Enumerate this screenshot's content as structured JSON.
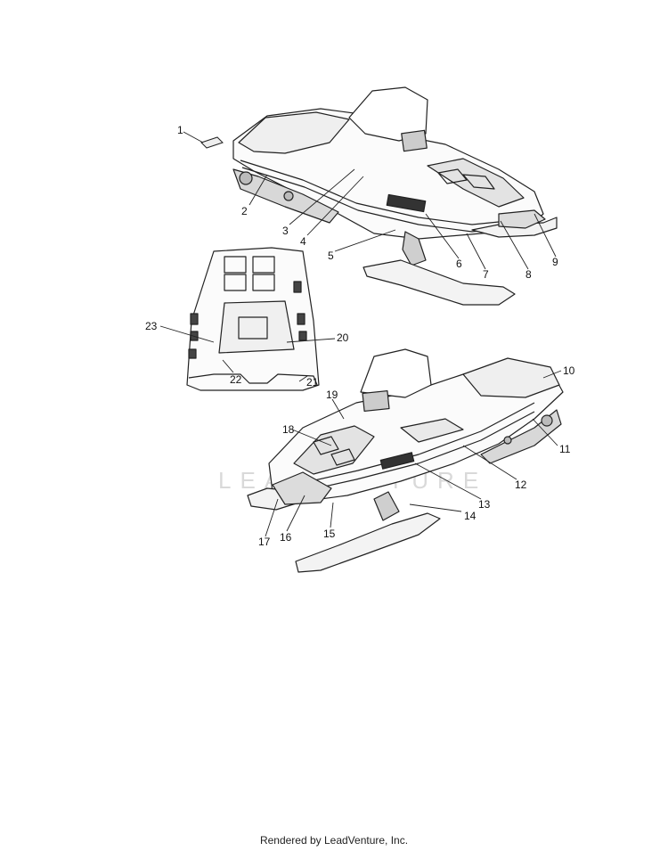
{
  "colors": {
    "ink": "#222222",
    "watermark": "#d9d9d9",
    "background": "#ffffff"
  },
  "watermark": {
    "text": "LEADVENTURE"
  },
  "callouts": [
    {
      "id": "1",
      "label": "1"
    },
    {
      "id": "2",
      "label": "2"
    },
    {
      "id": "3",
      "label": "3"
    },
    {
      "id": "4",
      "label": "4"
    },
    {
      "id": "5",
      "label": "5"
    },
    {
      "id": "6",
      "label": "6"
    },
    {
      "id": "7",
      "label": "7"
    },
    {
      "id": "8",
      "label": "8"
    },
    {
      "id": "9",
      "label": "9"
    },
    {
      "id": "10",
      "label": "10"
    },
    {
      "id": "11",
      "label": "11"
    },
    {
      "id": "12",
      "label": "12"
    },
    {
      "id": "13",
      "label": "13"
    },
    {
      "id": "14",
      "label": "14"
    },
    {
      "id": "15",
      "label": "15"
    },
    {
      "id": "16",
      "label": "16"
    },
    {
      "id": "17",
      "label": "17"
    },
    {
      "id": "18",
      "label": "18"
    },
    {
      "id": "19",
      "label": "19"
    },
    {
      "id": "20",
      "label": "20"
    },
    {
      "id": "21",
      "label": "21"
    },
    {
      "id": "22",
      "label": "22"
    },
    {
      "id": "23",
      "label": "23"
    }
  ],
  "footer": {
    "text": "Rendered by LeadVenture, Inc."
  }
}
